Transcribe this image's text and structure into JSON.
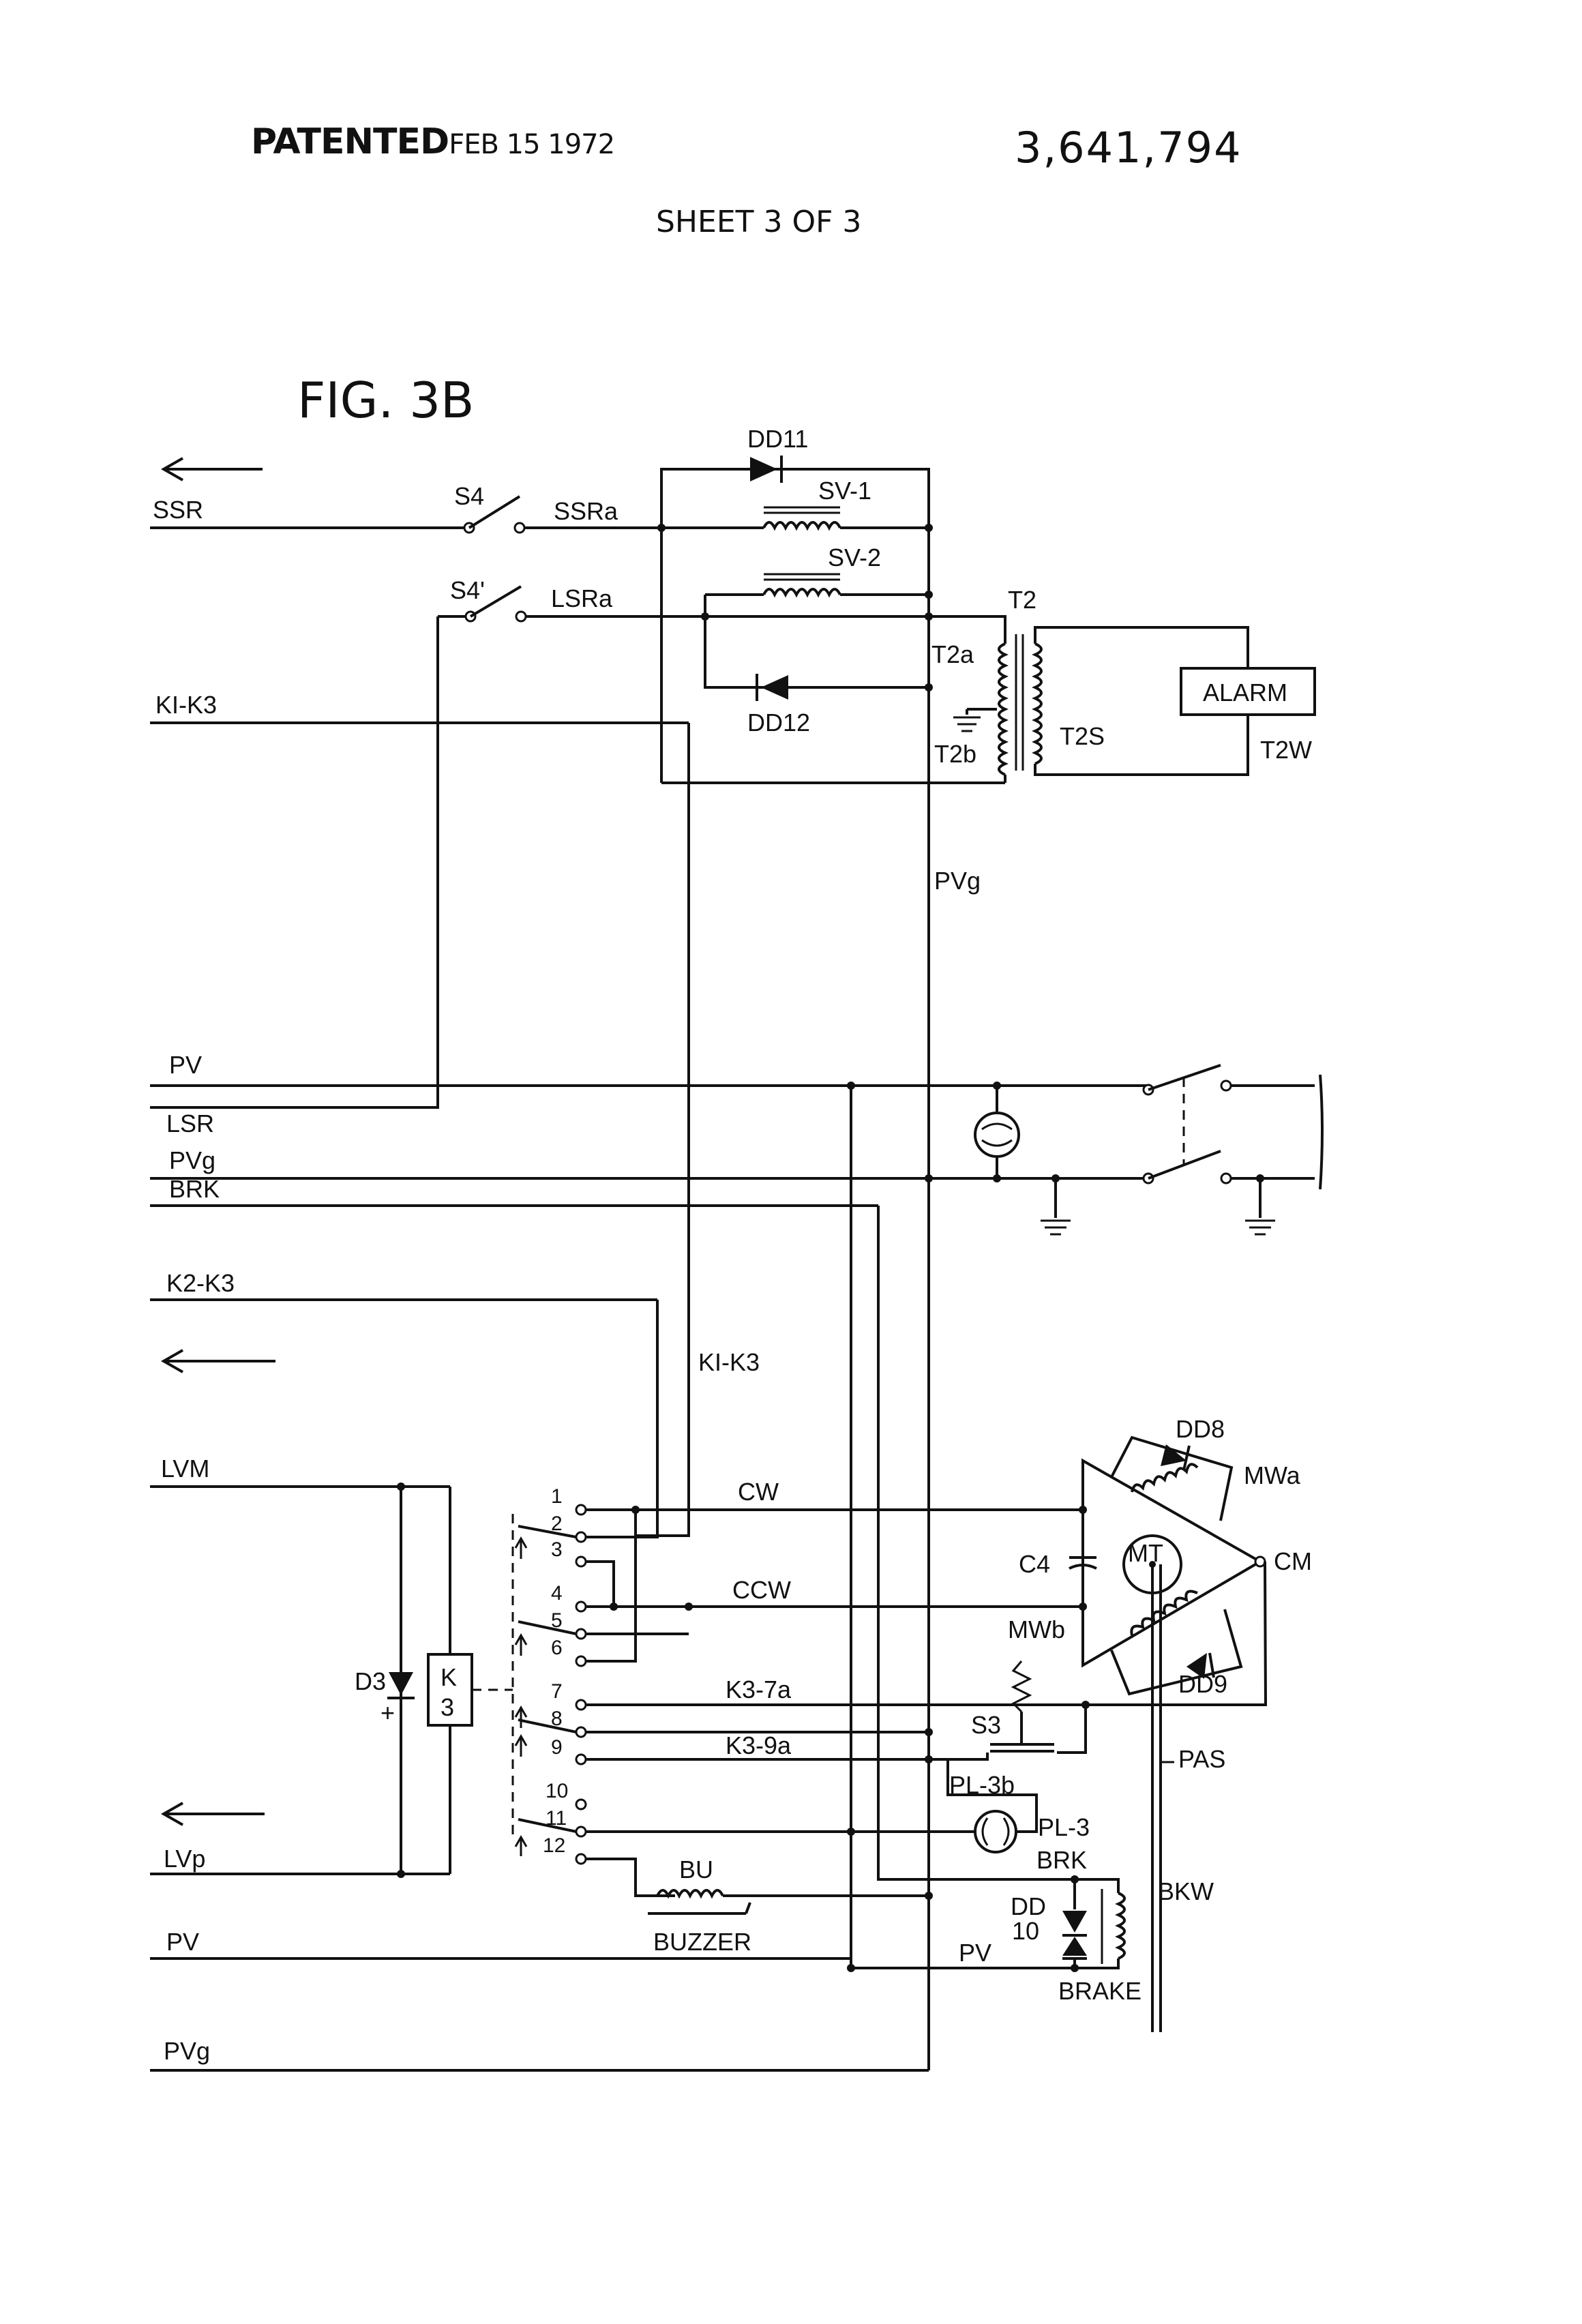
{
  "header": {
    "patented": "PATENTED",
    "date": "FEB 15 1972",
    "patent_number": "3,641,794",
    "sheet": "SHEET 3 OF 3"
  },
  "figure": {
    "title": "FIG. 3B"
  },
  "labels": {
    "ssr": "SSR",
    "s4": "S4",
    "ssra": "SSRa",
    "s4p": "S4'",
    "lsra": "LSRa",
    "k1k3": "KI-K3",
    "k1k3_mid": "KI-K3",
    "dd11": "DD11",
    "sv1": "SV-1",
    "sv2": "SV-2",
    "dd12": "DD12",
    "t2": "T2",
    "t2a": "T2a",
    "t2b": "T2b",
    "t2s": "T2S",
    "alarm": "ALARM",
    "t2w": "T2W",
    "pvg_vert": "PVg",
    "pv_top": "PV",
    "lsr": "LSR",
    "pvg_mid": "PVg",
    "brk": "BRK",
    "k2k3": "K2-K3",
    "lvm": "LVM",
    "d3": "D3",
    "plus": "+",
    "k_relay_top": "K",
    "k_relay_bottom": "3",
    "cw": "CW",
    "ccw": "CCW",
    "k3_7a": "K3-7a",
    "k3_9a": "K3-9a",
    "dd8": "DD8",
    "mwa": "MWa",
    "cm": "CM",
    "c4": "C4",
    "mt": "MT",
    "mwb": "MWb",
    "dd9": "DD9",
    "s3": "S3",
    "pas": "PAS",
    "pl3b": "PL-3b",
    "pl3": "PL-3",
    "brk_low": "BRK",
    "bkw": "BKW",
    "dd10_a": "DD",
    "dd10_b": "10",
    "brake": "BRAKE",
    "pv_low": "PV",
    "bu": "BU",
    "buzzer": "BUZZER",
    "lvp": "LVp",
    "pv_bottom": "PV",
    "pvg_bottom": "PVg",
    "contacts": [
      "1",
      "2",
      "3",
      "4",
      "5",
      "6",
      "7",
      "8",
      "9",
      "10",
      "11",
      "12"
    ]
  }
}
